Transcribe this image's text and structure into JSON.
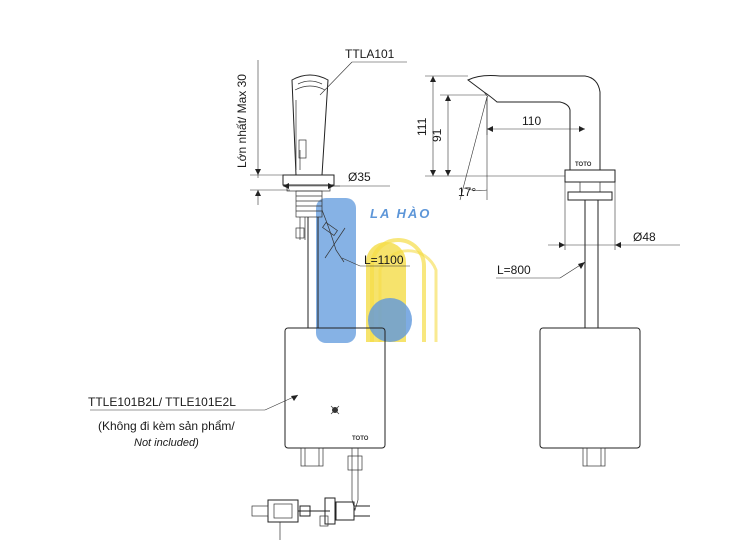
{
  "labels": {
    "model_faucet": "TTLA101",
    "max_height": "Lớn nhất/ Max 30",
    "diameter_35": "Ø35",
    "cable_length": "L=1100",
    "control_box_models": "TTLE101B2L/ TTLE101E2L",
    "not_included_vi": "(Không đi kèm sản phẩm/",
    "not_included_en": "Not included)",
    "height_111": "111",
    "height_91": "91",
    "reach_110": "110",
    "angle_17": "17°",
    "diameter_48": "Ø48",
    "hose_length": "L=800",
    "brand_body": "TOTO",
    "brand_box": "TOTO",
    "watermark": "LA HÀO"
  },
  "colors": {
    "line": "#222222",
    "watermark_blue": "#3a7fd0",
    "watermark_yellow": "#f3d61f"
  }
}
